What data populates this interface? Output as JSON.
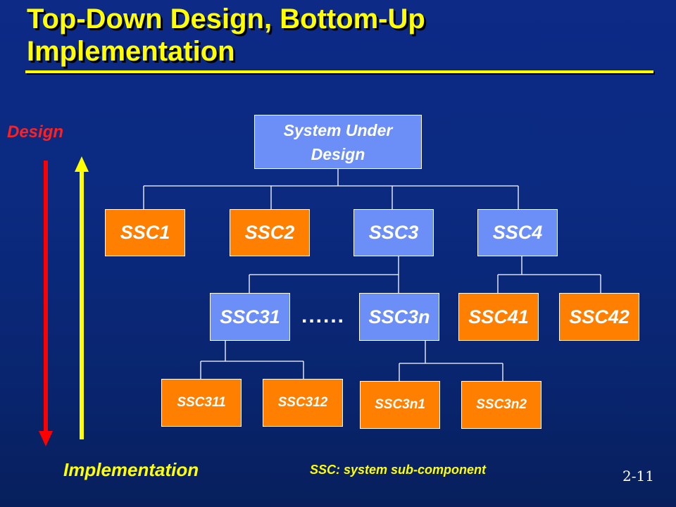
{
  "title": {
    "line1": "Top-Down Design, Bottom-Up",
    "line2": "Implementation"
  },
  "labels": {
    "design": "Design",
    "implementation": "Implementation",
    "legend": "SSC: system sub-component",
    "slide_number": "2-11",
    "ellipsis": "......"
  },
  "colors": {
    "component_blue": "#6b8ff6",
    "component_orange": "#ff7f00",
    "design_arrow": "#ff0000",
    "implementation_arrow": "#ffff00",
    "title": "#ffff00"
  },
  "nodes": {
    "root": "System Under Design",
    "ssc1": "SSC1",
    "ssc2": "SSC2",
    "ssc3": "SSC3",
    "ssc4": "SSC4",
    "ssc31": "SSC31",
    "ssc3n": "SSC3n",
    "ssc41": "SSC41",
    "ssc42": "SSC42",
    "ssc311": "SSC311",
    "ssc312": "SSC312",
    "ssc3n1": "SSC3n1",
    "ssc3n2": "SSC3n2"
  }
}
